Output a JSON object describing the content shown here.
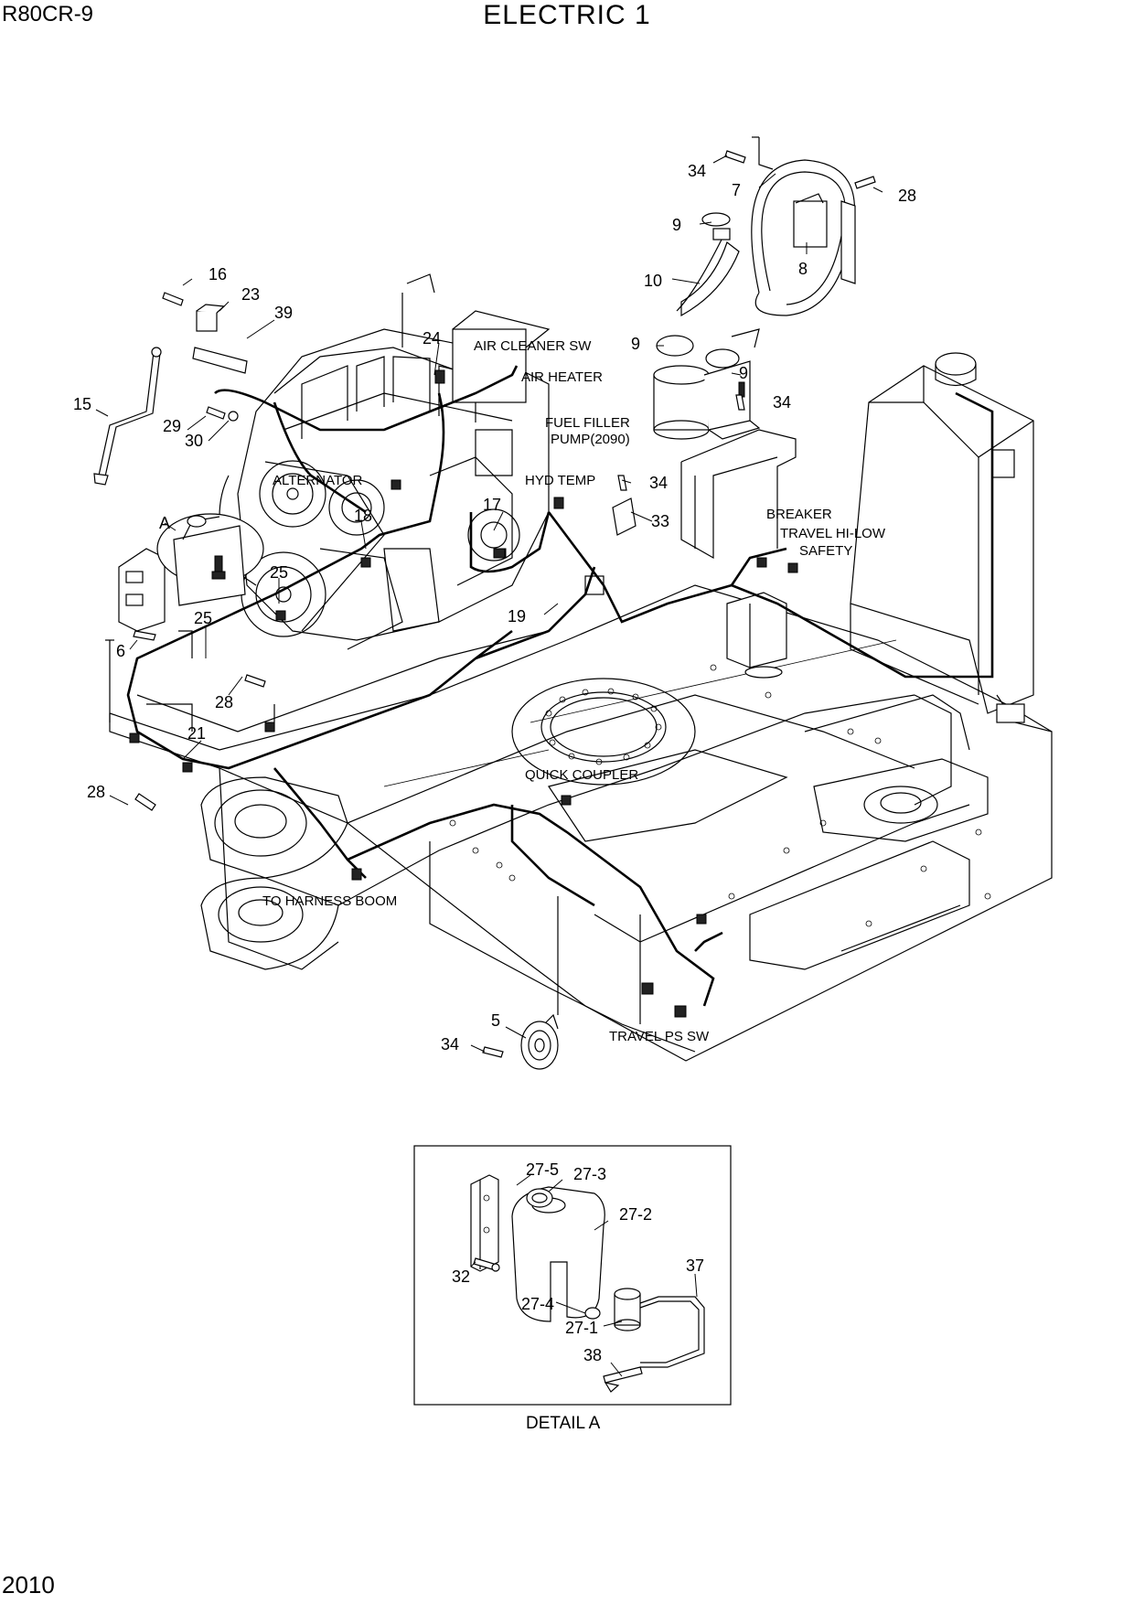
{
  "header": {
    "model": "R80CR-9",
    "title": "ELECTRIC 1"
  },
  "footer": {
    "page_number": "2010"
  },
  "callouts": [
    {
      "id": "c34a",
      "text": "34"
    },
    {
      "id": "c7",
      "text": "7"
    },
    {
      "id": "c28a",
      "text": "28"
    },
    {
      "id": "c9a",
      "text": "9"
    },
    {
      "id": "c8",
      "text": "8"
    },
    {
      "id": "c10",
      "text": "10"
    },
    {
      "id": "c16",
      "text": "16"
    },
    {
      "id": "c23",
      "text": "23"
    },
    {
      "id": "c39",
      "text": "39"
    },
    {
      "id": "c24",
      "text": "24"
    },
    {
      "id": "c9b",
      "text": "9"
    },
    {
      "id": "c9c",
      "text": "9"
    },
    {
      "id": "c34b",
      "text": "34"
    },
    {
      "id": "c15",
      "text": "15"
    },
    {
      "id": "c29",
      "text": "29"
    },
    {
      "id": "c30",
      "text": "30"
    },
    {
      "id": "c34c",
      "text": "34"
    },
    {
      "id": "c17",
      "text": "17"
    },
    {
      "id": "c18",
      "text": "18"
    },
    {
      "id": "c33",
      "text": "33"
    },
    {
      "id": "cA",
      "text": "A"
    },
    {
      "id": "c25a",
      "text": "25"
    },
    {
      "id": "c25b",
      "text": "25"
    },
    {
      "id": "c19",
      "text": "19"
    },
    {
      "id": "c6",
      "text": "6"
    },
    {
      "id": "c28b",
      "text": "28"
    },
    {
      "id": "c21",
      "text": "21"
    },
    {
      "id": "c28c",
      "text": "28"
    },
    {
      "id": "c5",
      "text": "5"
    },
    {
      "id": "c34d",
      "text": "34"
    }
  ],
  "notes": {
    "air_cleaner_sw": "AIR CLEANER SW",
    "air_heater": "AIR HEATER",
    "fuel_filler_pump_1": "FUEL FILLER",
    "fuel_filler_pump_2": "PUMP(2090)",
    "alternator": "ALTERNATOR",
    "hyd_temp": "HYD TEMP",
    "breaker": "BREAKER",
    "travel_hi_low": "TRAVEL HI-LOW",
    "safety": "SAFETY",
    "quick_coupler": "QUICK COUPLER",
    "to_harness_boom": "TO HARNESS BOOM",
    "travel_ps_sw": "TRAVEL PS SW"
  },
  "detail_a": {
    "caption": "DETAIL A",
    "callouts": [
      {
        "id": "d27_5",
        "text": "27-5"
      },
      {
        "id": "d27_3",
        "text": "27-3"
      },
      {
        "id": "d27_2",
        "text": "27-2"
      },
      {
        "id": "d37",
        "text": "37"
      },
      {
        "id": "d32",
        "text": "32"
      },
      {
        "id": "d27_4",
        "text": "27-4"
      },
      {
        "id": "d27_1",
        "text": "27-1"
      },
      {
        "id": "d38",
        "text": "38"
      }
    ]
  }
}
